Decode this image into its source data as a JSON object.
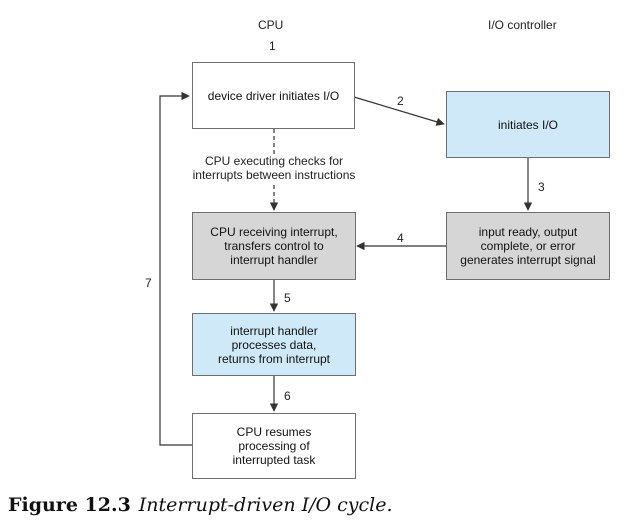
{
  "headers": {
    "cpu": "CPU",
    "io_controller": "I/O controller"
  },
  "boxes": {
    "driver_initiates": "device driver initiates I/O",
    "initiates_io": "initiates I/O",
    "cpu_receiving": "CPU receiving interrupt,\ntransfers control to\ninterrupt handler",
    "input_ready": "input ready, output\ncomplete, or error\ngenerates interrupt signal",
    "handler_processes": "interrupt handler\nprocesses data,\nreturns from interrupt",
    "cpu_resumes": "CPU resumes\nprocessing of\ninterrupted task"
  },
  "note": "CPU executing checks for\ninterrupts between instructions",
  "steps": [
    "1",
    "2",
    "3",
    "4",
    "5",
    "6",
    "7"
  ],
  "colors": {
    "white_box": "#ffffff",
    "blue_box": "#cfe9f8",
    "gray_box": "#d6d6d6",
    "line": "#333333"
  },
  "caption": {
    "label": "Figure 12.3",
    "title": "Interrupt-driven I/O cycle."
  }
}
